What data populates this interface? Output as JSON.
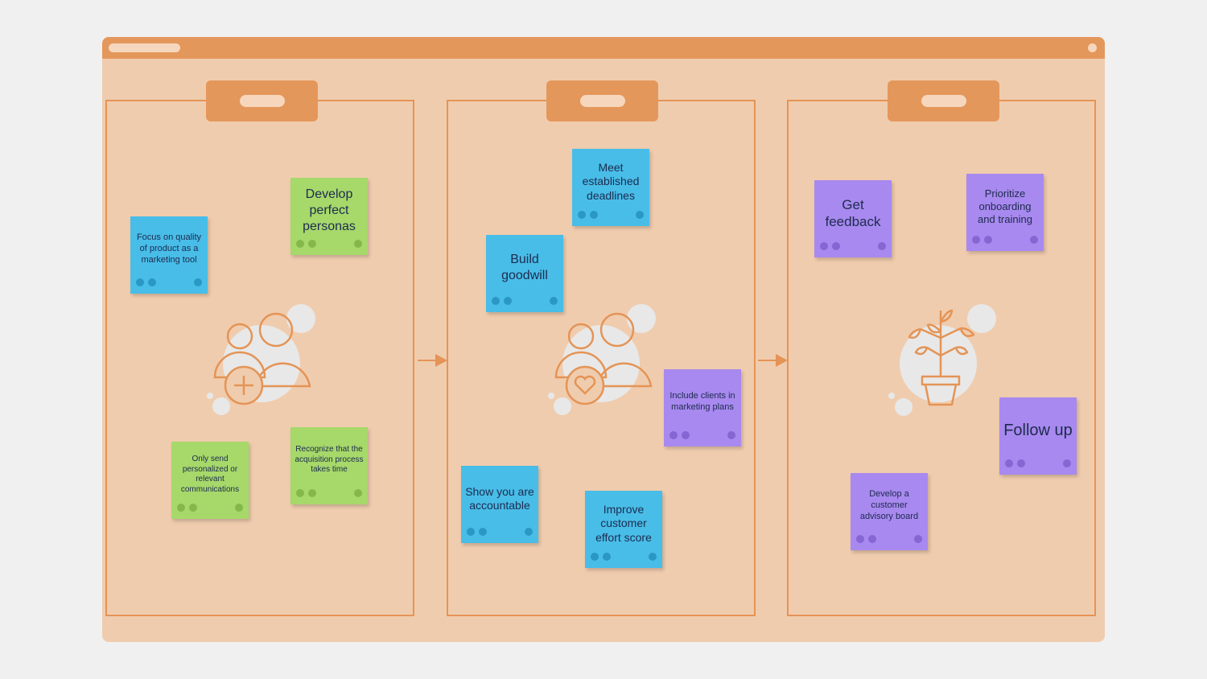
{
  "colors": {
    "canvas": "#f0ccae",
    "titlebar": "#e4975b",
    "frame_border": "#e49456",
    "note_blue": "#48bde8",
    "note_green": "#a6d86a",
    "note_purple": "#a889ef",
    "note_text": "#1d2b4f"
  },
  "columns": [
    {
      "illustration": "people-add-icon",
      "notes": [
        {
          "text": "Focus on quality of product as a marketing tool",
          "color": "blue"
        },
        {
          "text": "Develop perfect personas",
          "color": "green"
        },
        {
          "text": "Only send personalized or relevant communications",
          "color": "green"
        },
        {
          "text": "Recognize that the acquisition process takes time",
          "color": "green"
        }
      ]
    },
    {
      "illustration": "people-heart-icon",
      "notes": [
        {
          "text": "Meet established deadlines",
          "color": "blue"
        },
        {
          "text": "Build goodwill",
          "color": "blue"
        },
        {
          "text": "Include clients in marketing plans",
          "color": "purple"
        },
        {
          "text": "Show you are accountable",
          "color": "blue"
        },
        {
          "text": "Improve customer effort score",
          "color": "blue"
        }
      ]
    },
    {
      "illustration": "potted-plant-icon",
      "notes": [
        {
          "text": "Get feedback",
          "color": "purple"
        },
        {
          "text": "Prioritize onboarding and training",
          "color": "purple"
        },
        {
          "text": "Follow up",
          "color": "purple"
        },
        {
          "text": "Develop a customer advisory board",
          "color": "purple"
        }
      ]
    }
  ]
}
